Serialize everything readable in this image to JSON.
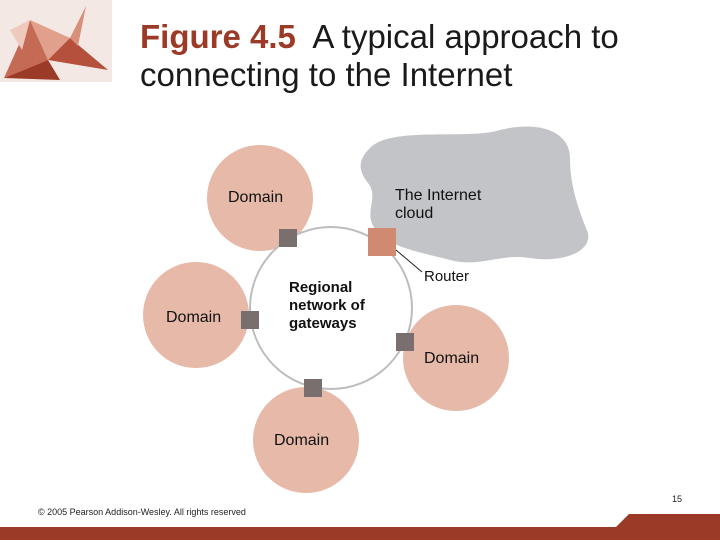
{
  "title": {
    "figure_number": "Figure 4.5",
    "caption": "A typical approach to connecting to the Internet"
  },
  "diagram": {
    "cloud_label_line1": "The Internet",
    "cloud_label_line2": "cloud",
    "router_label": "Router",
    "center_label_line1": "Regional",
    "center_label_line2": "network of",
    "center_label_line3": "gateways",
    "domain_top_left": "Domain",
    "domain_left": "Domain",
    "domain_right": "Domain",
    "domain_bottom": "Domain"
  },
  "footer": {
    "copyright": "© 2005 Pearson Addison-Wesley. All rights reserved",
    "page_number": "15"
  },
  "colors": {
    "accent": "#9b3a26",
    "domain_fill": "#e6b9a9",
    "cloud_fill": "#c2c4c7",
    "gateway_fill": "#7a6f6f",
    "router_fill": "#d08a72"
  }
}
